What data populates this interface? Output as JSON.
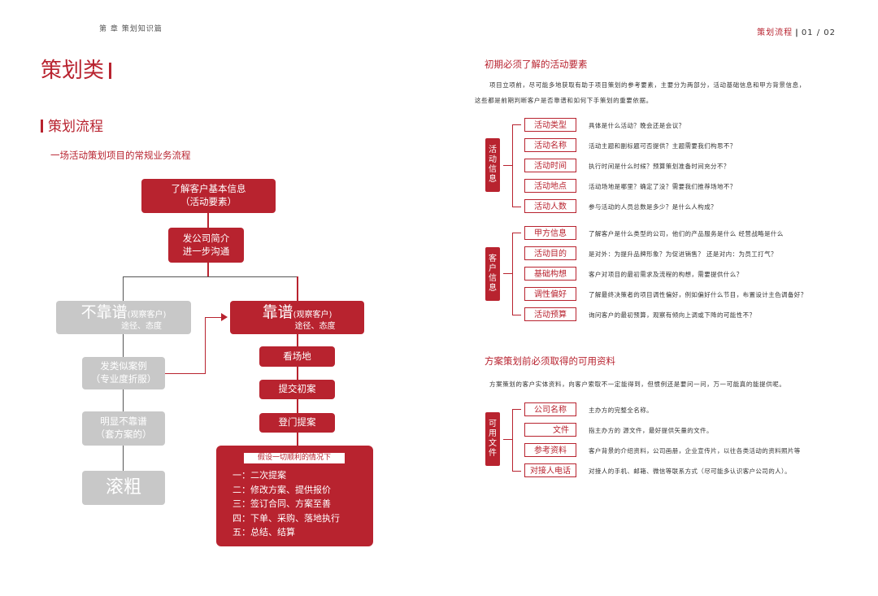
{
  "header": {
    "chapter": "第 章  策划知识篇",
    "section": "策划流程",
    "page": "01 / 02"
  },
  "left": {
    "title": "策划类",
    "subtitle": "策划流程",
    "caption": "一场活动策划项目的常规业务流程",
    "flow": {
      "step1": [
        "了解客户基本信息",
        "（活动要素）"
      ],
      "step2": [
        "发公司简介",
        "进一步沟通"
      ],
      "bad": {
        "big": "不靠谱",
        "small": "(观察客户)",
        "line2": "途径、态度"
      },
      "good": {
        "big": "靠谱",
        "small": "(观察客户)",
        "line2": "途径、态度"
      },
      "case": [
        "发类似案例",
        "（专业度折服）"
      ],
      "obvious": [
        "明显不靠谱",
        "（套方案的）"
      ],
      "reject": "滚粗",
      "site": "看场地",
      "submit": "提交初案",
      "visit": "登门提案",
      "final_tag": "假设一切顺利的情况下",
      "final_steps": [
        "一：二次提案",
        "二：修改方案、提供报价",
        "三：签订合同、方案至善",
        "四：下单、采购、落地执行",
        "五：总结、结算"
      ]
    }
  },
  "right": {
    "sec1_title": "初期必须了解的活动要素",
    "sec1_para1": "项目立项前，尽可能多地获取有助于项目策划的参考要素，主要分为两部分，活动基础信息和甲方背景信息，",
    "sec1_para2": "这些都是前期判断客户是否靠谱和如何下手策划的重要依据。",
    "group1": {
      "label": [
        "活",
        "动",
        "信",
        "息"
      ],
      "items": [
        {
          "tag": "活动类型",
          "desc": "具体是什么活动？晚会还是会议？"
        },
        {
          "tag": "活动名称",
          "desc": "活动主题和副标题可否提供？主题需要我们构思不？"
        },
        {
          "tag": "活动时间",
          "desc": "执行时间是什么时候？预算策划准备时间充分不？"
        },
        {
          "tag": "活动地点",
          "desc": "活动场地是哪里？确定了没？需要我们推荐场地不？"
        },
        {
          "tag": "活动人数",
          "desc": "参与活动的人员总数是多少？是什么人构成？"
        }
      ]
    },
    "group2": {
      "label": [
        "客",
        "户",
        "信",
        "息"
      ],
      "items": [
        {
          "tag": "甲方信息",
          "desc": "了解客户是什么类型的公司，他们的产品服务是什么 经营战略是什么"
        },
        {
          "tag": "活动目的",
          "desc": "是对外：为提升品牌形象？为促进销售？  还是对内：为员工打气？"
        },
        {
          "tag": "基础构想",
          "desc": "客户对项目的最初需求及流程的构想，需要提供什么？"
        },
        {
          "tag": "调性偏好",
          "desc": "了解最终决策者的项目调性偏好，例如偏好什么节目，布置设计主色调备好？"
        },
        {
          "tag": "活动预算",
          "desc": "询问客户的最初预算，观察有倾向上调或下降的可能性不？"
        }
      ]
    },
    "sec2_title": "方案策划前必须取得的可用资料",
    "sec2_para": "方案策划的客户实体资料，向客户索取不一定能得到，但惯例还是要问一问，万一可能真的能提供呢。",
    "group3": {
      "label": [
        "可",
        "用",
        "文",
        "件"
      ],
      "items": [
        {
          "tag": "公司名称",
          "desc": "主办方的完整全名称。"
        },
        {
          "tag": "文件",
          "desc": "指主办方的  源文件，最好提供矢量的文件。"
        },
        {
          "tag": "参考资料",
          "desc": "客户背景的介绍资料，公司画册，企业宣传片，以往各类活动的资料照片等"
        },
        {
          "tag": "对接人电话",
          "desc": "对接人的手机、邮箱、微信等联系方式（尽可能多认识客户公司的人）。"
        }
      ]
    }
  }
}
